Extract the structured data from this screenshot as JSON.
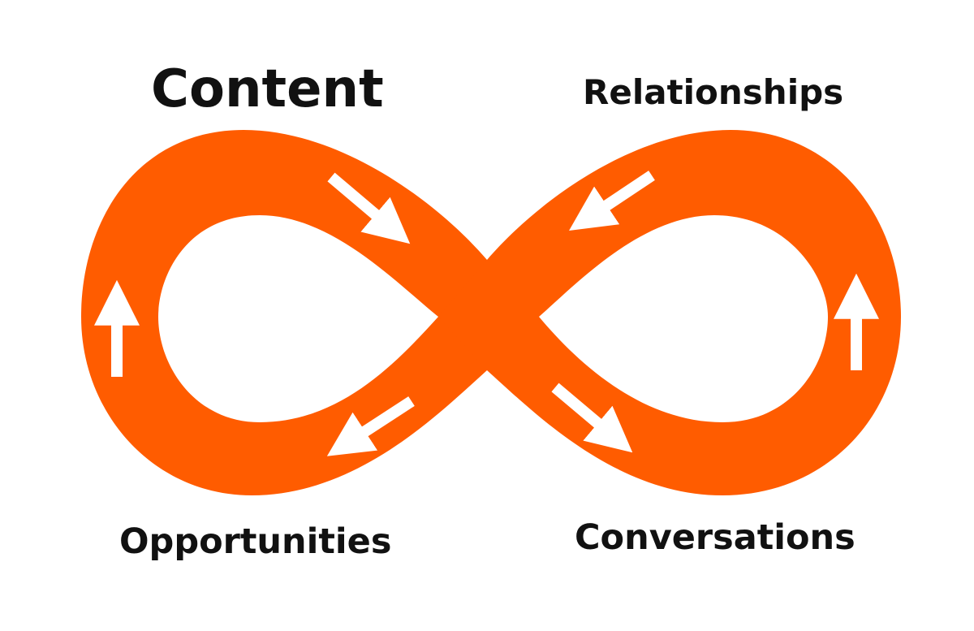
{
  "diagram": {
    "type": "infinity-loop",
    "loop_color": "#ff5c00",
    "arrow_color": "#ffffff",
    "labels": {
      "content": "Content",
      "relationships": "Relationships",
      "opportunities": "Opportunities",
      "conversations": "Conversations"
    },
    "arrows": [
      "arrow-down-right",
      "arrow-down-left",
      "arrow-up",
      "arrow-down-left",
      "arrow-down-right",
      "arrow-up"
    ]
  }
}
